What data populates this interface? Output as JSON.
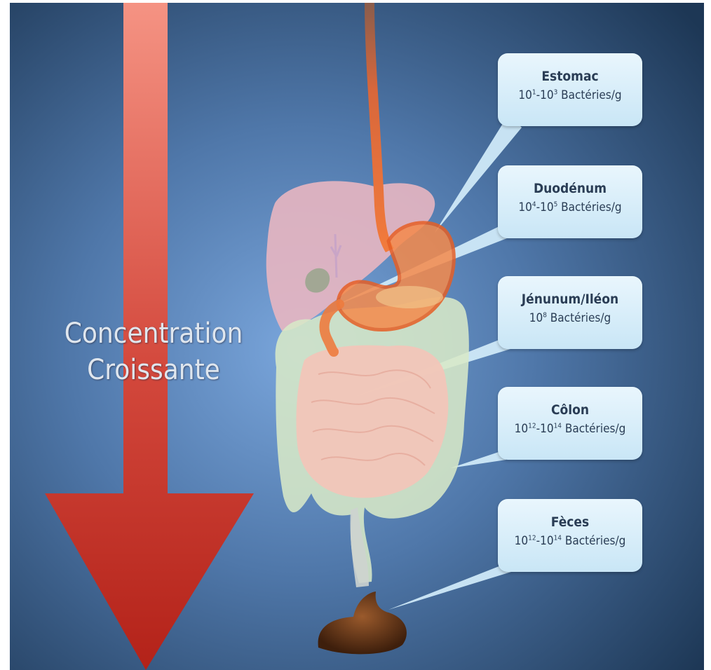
{
  "arrow_label": {
    "line1": "Concentration",
    "line2": "Croissante"
  },
  "callouts": [
    {
      "title": "Estomac",
      "base1": "10",
      "exp1": "1",
      "base2": "10",
      "exp2": "3",
      "unit": "Bactéries/g"
    },
    {
      "title": "Duodénum",
      "base1": "10",
      "exp1": "4",
      "base2": "10",
      "exp2": "5",
      "unit": "Bactéries/g"
    },
    {
      "title": "Jénunum/Iléon",
      "base1": "10",
      "exp1": "8",
      "base2": "",
      "exp2": "",
      "unit": "Bactéries/g"
    },
    {
      "title": "Côlon",
      "base1": "10",
      "exp1": "12",
      "base2": "10",
      "exp2": "14",
      "unit": "Bactéries/g"
    },
    {
      "title": "Fèces",
      "base1": "10",
      "exp1": "12",
      "base2": "10",
      "exp2": "14",
      "unit": "Bactéries/g"
    }
  ],
  "colors": {
    "background_center": "#6f9bd3",
    "background_edge": "#1c3552",
    "arrow_top": "#f28a7c",
    "arrow_bottom": "#b8261f",
    "callout_fill": "#d6eefa",
    "callout_text": "#2a3d55",
    "stomach": "#f07a3a"
  }
}
